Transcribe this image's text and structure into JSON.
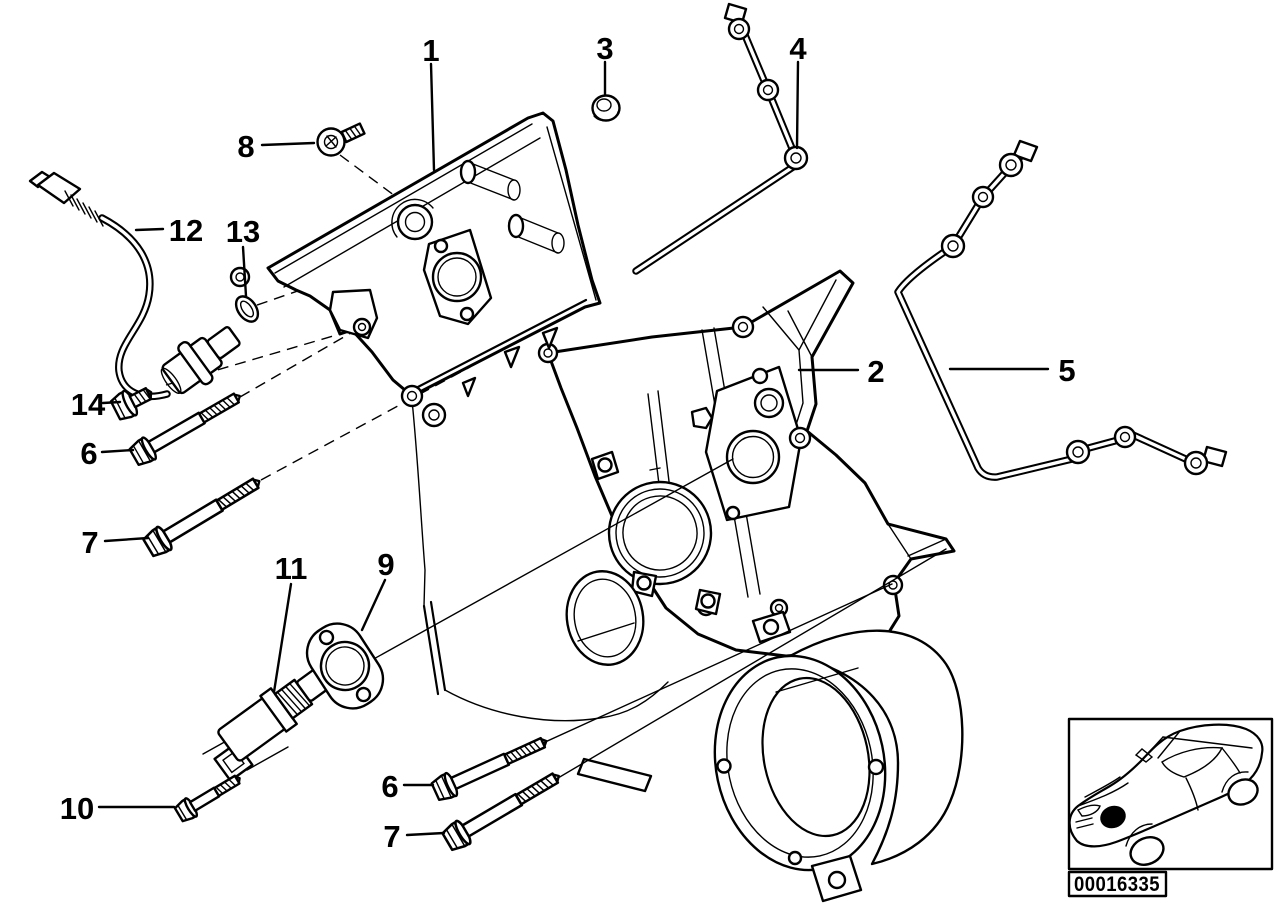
{
  "figure": {
    "type": "exploded-parts-diagram",
    "colors": {
      "line": "#000000",
      "background": "#ffffff"
    },
    "callouts": {
      "c1": {
        "label": "1"
      },
      "c2": {
        "label": "2"
      },
      "c3": {
        "label": "3"
      },
      "c4": {
        "label": "4"
      },
      "c5": {
        "label": "5"
      },
      "c6_upper": {
        "label": "6"
      },
      "c6_lower": {
        "label": "6"
      },
      "c7_upper": {
        "label": "7"
      },
      "c7_lower": {
        "label": "7"
      },
      "c8": {
        "label": "8"
      },
      "c9": {
        "label": "9"
      },
      "c10": {
        "label": "10"
      },
      "c11": {
        "label": "11"
      },
      "c12": {
        "label": "12"
      },
      "c13": {
        "label": "13"
      },
      "c14": {
        "label": "14"
      }
    },
    "inset": {
      "icon": "car-three-quarter-front-icon",
      "image_code": "00016335"
    }
  }
}
